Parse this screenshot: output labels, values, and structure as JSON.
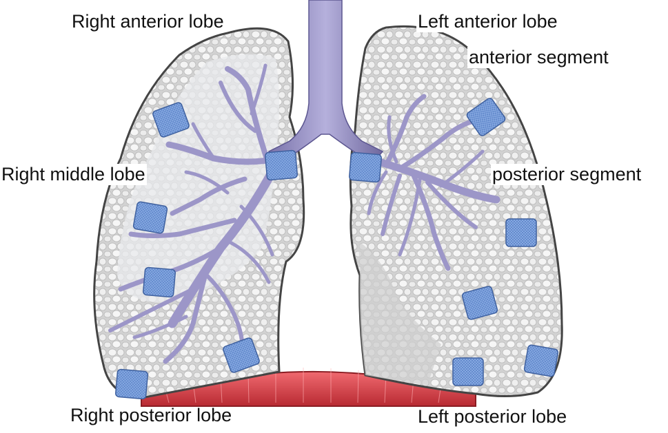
{
  "labels": {
    "right_anterior": "Right anterior lobe",
    "left_anterior": "Left anterior lobe",
    "anterior_segment": "anterior segment",
    "right_middle": "Right middle lobe",
    "posterior_segment": "posterior segment",
    "right_posterior": "Right posterior lobe",
    "left_posterior": "Left posterior lobe"
  },
  "colors": {
    "lung_fill": "#dcdcdc",
    "lung_outline": "#4a4a4a",
    "airway": "#9a94c4",
    "airway_dark": "#6d6799",
    "pad": "#5a80c4",
    "diaphragm": "#d9434a"
  },
  "pad_count": 12
}
